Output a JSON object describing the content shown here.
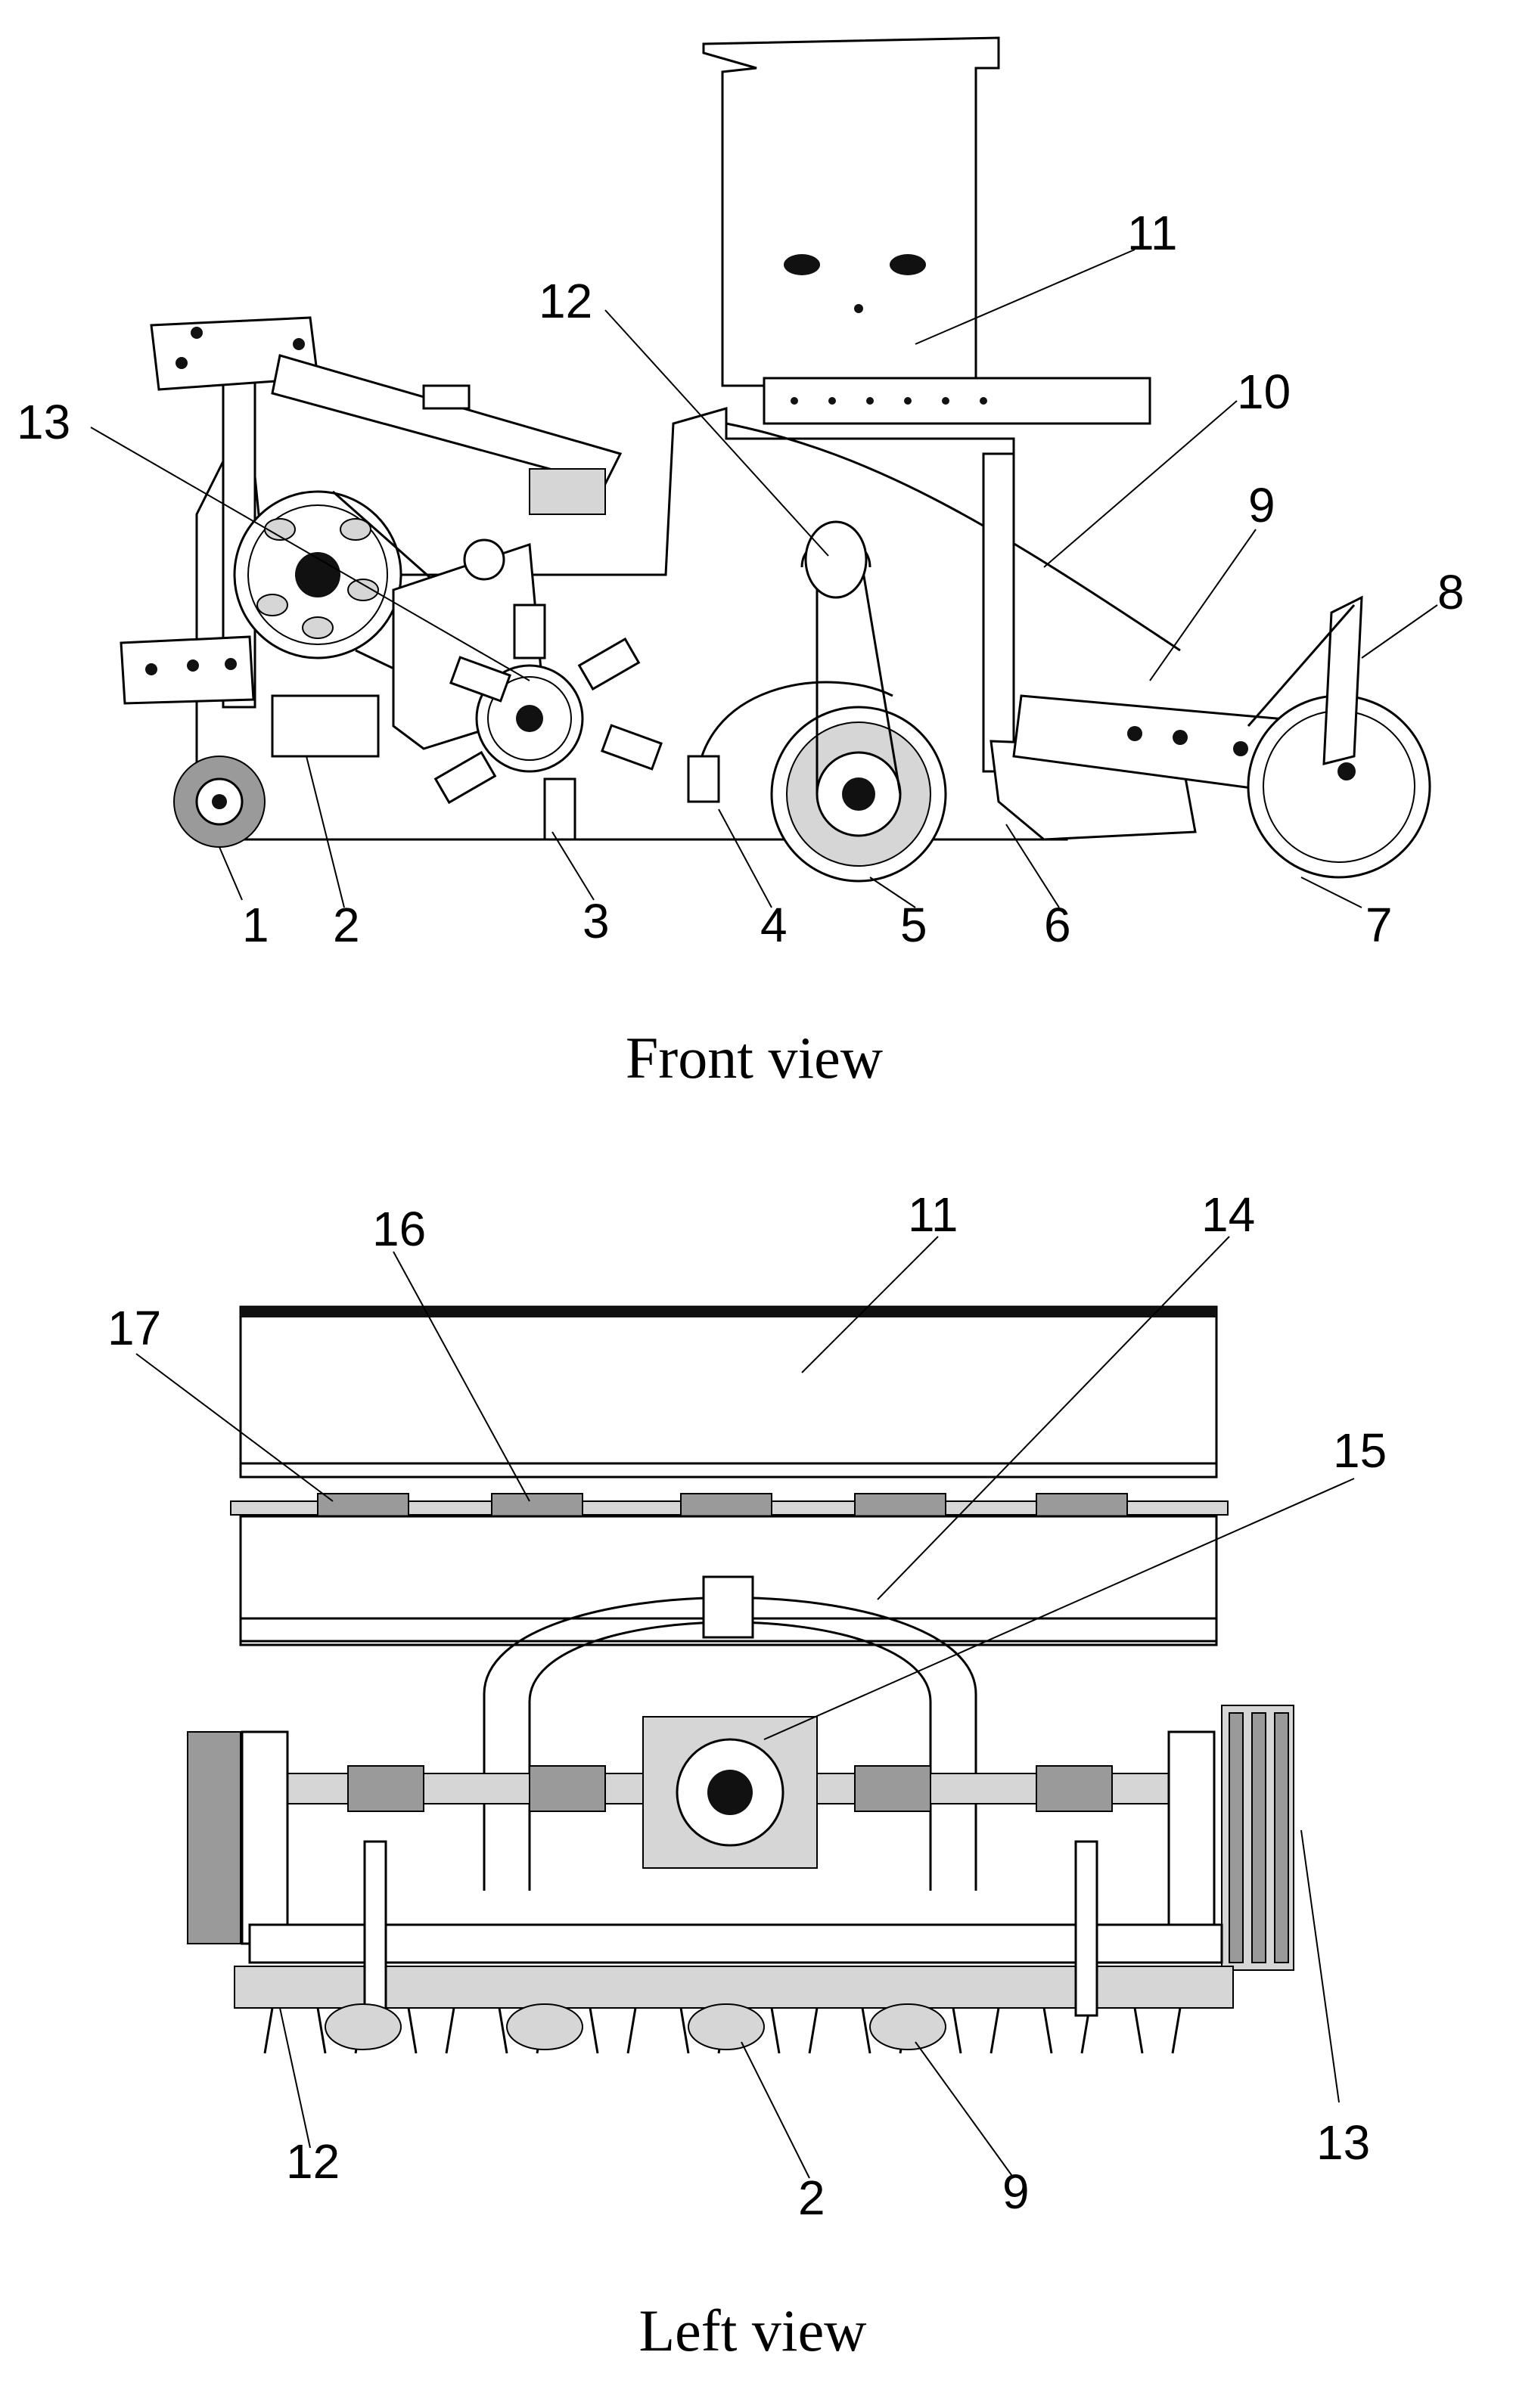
{
  "front_view": {
    "caption": "Front view",
    "callouts": [
      "1",
      "2",
      "3",
      "4",
      "5",
      "6",
      "7",
      "8",
      "9",
      "10",
      "11",
      "12",
      "13"
    ]
  },
  "left_view": {
    "caption": "Left view",
    "callouts": [
      "11",
      "14",
      "15",
      "16",
      "17",
      "12",
      "2",
      "9",
      "13"
    ]
  }
}
